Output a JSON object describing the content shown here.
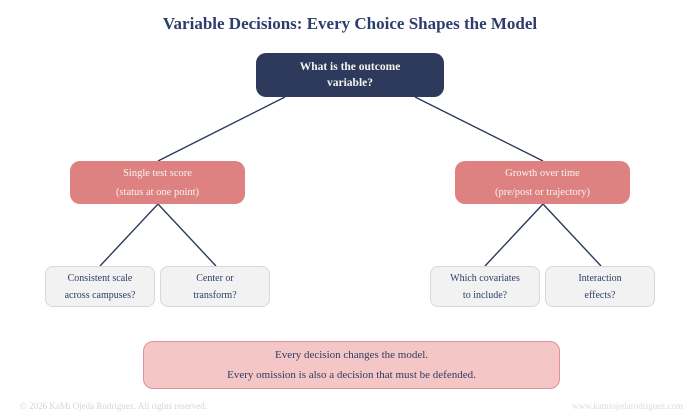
{
  "title": "Variable Decisions: Every Choice Shapes the Model",
  "tree": {
    "root": {
      "line1": "What is the outcome",
      "line2": "variable?"
    },
    "branches": [
      {
        "line1": "Single test score",
        "line2": "(status at one point)"
      },
      {
        "line1": "Growth over time",
        "line2": "(pre/post or trajectory)"
      }
    ],
    "leaves": [
      {
        "line1": "Consistent scale",
        "line2": "across campuses?"
      },
      {
        "line1": "Center or",
        "line2": "transform?"
      },
      {
        "line1": "Which covariates",
        "line2": "to include?"
      },
      {
        "line1": "Interaction",
        "line2": "effects?"
      }
    ]
  },
  "banner": {
    "line1": "Every decision changes the model.",
    "line2": "Every omission is also a decision that must be defended."
  },
  "footer": {
    "copyright": "© 2026 KaMi Ojeda Rodriguez. All rights reserved.",
    "website": "www.kamiojedarodriguez.com"
  },
  "colors": {
    "title_navy": "#2c3e6b",
    "root_node_navy": "#2d3a5c",
    "branch_salmon": "#dd8181",
    "leaf_gray_bg": "#f2f2f3",
    "leaf_border_gray": "#d8d8da",
    "banner_pink_bg": "#f5c6c6",
    "banner_border_pink": "#df9098",
    "body_text_navy": "#2e3d63",
    "connector_navy": "#2d3a5c",
    "footer_gray": "#d5d5d5"
  }
}
